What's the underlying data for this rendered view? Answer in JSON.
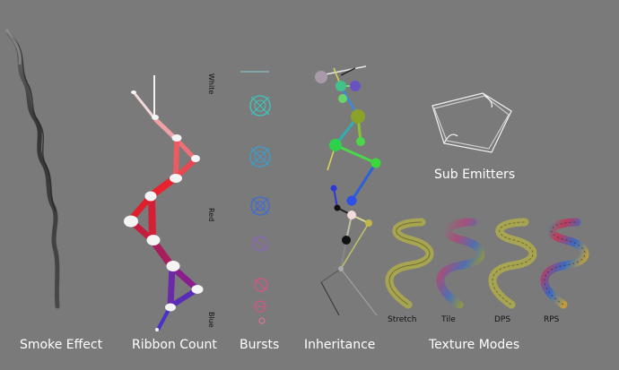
{
  "labels": {
    "smoke": "Smoke Effect",
    "ribbon": "Ribbon Count",
    "bursts": "Bursts",
    "inheritance": "Inheritance",
    "texture_modes": "Texture Modes",
    "sub_emitters": "Sub Emitters"
  },
  "ribbon_gradient": {
    "white": "White",
    "red": "Red",
    "blue": "Blue"
  },
  "texture_modes": {
    "stretch": "Stretch",
    "tile": "Tile",
    "dps": "DPS",
    "rps": "RPS"
  },
  "colors": {
    "background": "#7a7a7a",
    "ribbon_white": "#f2e6e6",
    "ribbon_red": "#e8222f",
    "ribbon_purple": "#8a1f8c",
    "ribbon_blue": "#4a2fc8",
    "ribbon_node": "#f4f4f4",
    "burst_cyan": "#3cc7c0",
    "burst_blue": "#3a6bd8",
    "burst_pink": "#e2508a",
    "spiral_olive": "#a8a552"
  }
}
